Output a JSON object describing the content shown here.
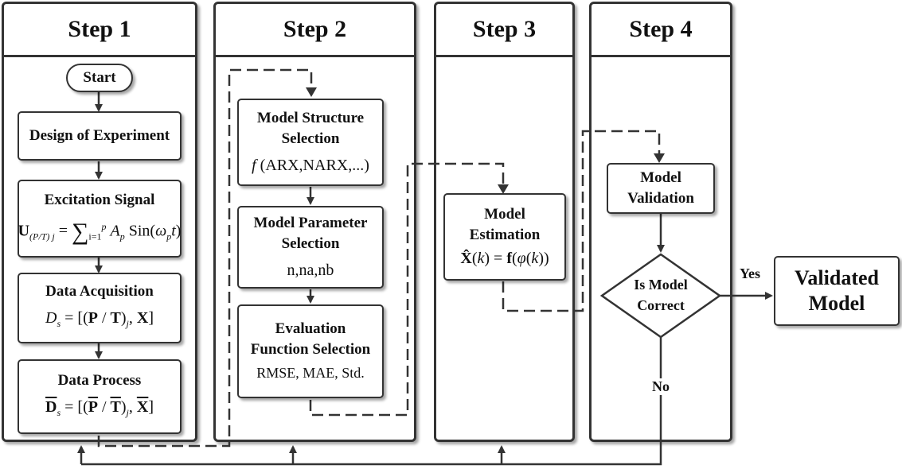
{
  "steps": [
    {
      "title": "Step 1"
    },
    {
      "title": "Step 2"
    },
    {
      "title": "Step 3"
    },
    {
      "title": "Step 4"
    }
  ],
  "step1": {
    "start": "Start",
    "design": "Design of Experiment",
    "excitation": "Excitation Signal",
    "acquisition": "Data Acquisition",
    "process": "Data Process"
  },
  "step2": {
    "structure_line1": "Model Structure",
    "structure_line2": "Selection",
    "structure_formula": "(ARX,NARX,...)",
    "param_line1": "Model Parameter",
    "param_line2": "Selection",
    "param_formula": "n,na,nb",
    "eval_line1": "Evaluation",
    "eval_line2": "Function Selection",
    "eval_metrics": "RMSE, MAE, Std."
  },
  "step3": {
    "est_line1": "Model",
    "est_line2": "Estimation"
  },
  "step4": {
    "val_line1": "Model",
    "val_line2": "Validation",
    "decision_line1": "Is Model",
    "decision_line2": "Correct",
    "yes": "Yes",
    "no": "No",
    "final_line1": "Validated",
    "final_line2": "Model"
  }
}
